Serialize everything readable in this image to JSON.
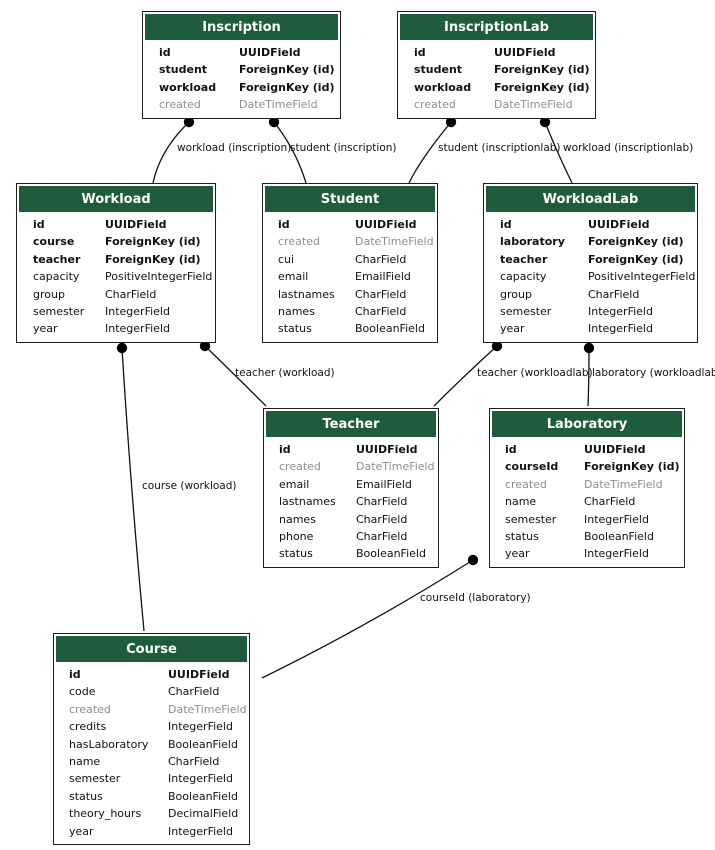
{
  "models": [
    {
      "id": "inscription",
      "title": "Inscription",
      "fields": [
        {
          "name": "id",
          "type": "UUIDField",
          "style": "key"
        },
        {
          "name": "student",
          "type": "ForeignKey (id)",
          "style": "key"
        },
        {
          "name": "workload",
          "type": "ForeignKey (id)",
          "style": "key"
        },
        {
          "name": "created",
          "type": "DateTimeField",
          "style": "muted"
        }
      ]
    },
    {
      "id": "inscriptionlab",
      "title": "InscriptionLab",
      "fields": [
        {
          "name": "id",
          "type": "UUIDField",
          "style": "key"
        },
        {
          "name": "student",
          "type": "ForeignKey (id)",
          "style": "key"
        },
        {
          "name": "workload",
          "type": "ForeignKey (id)",
          "style": "key"
        },
        {
          "name": "created",
          "type": "DateTimeField",
          "style": "muted"
        }
      ]
    },
    {
      "id": "workload",
      "title": "Workload",
      "fields": [
        {
          "name": "id",
          "type": "UUIDField",
          "style": "key"
        },
        {
          "name": "course",
          "type": "ForeignKey (id)",
          "style": "key"
        },
        {
          "name": "teacher",
          "type": "ForeignKey (id)",
          "style": "key"
        },
        {
          "name": "capacity",
          "type": "PositiveIntegerField",
          "style": ""
        },
        {
          "name": "group",
          "type": "CharField",
          "style": ""
        },
        {
          "name": "semester",
          "type": "IntegerField",
          "style": ""
        },
        {
          "name": "year",
          "type": "IntegerField",
          "style": ""
        }
      ]
    },
    {
      "id": "student",
      "title": "Student",
      "fields": [
        {
          "name": "id",
          "type": "UUIDField",
          "style": "key"
        },
        {
          "name": "created",
          "type": "DateTimeField",
          "style": "muted"
        },
        {
          "name": "cui",
          "type": "CharField",
          "style": ""
        },
        {
          "name": "email",
          "type": "EmailField",
          "style": ""
        },
        {
          "name": "lastnames",
          "type": "CharField",
          "style": ""
        },
        {
          "name": "names",
          "type": "CharField",
          "style": ""
        },
        {
          "name": "status",
          "type": "BooleanField",
          "style": ""
        }
      ]
    },
    {
      "id": "workloadlab",
      "title": "WorkloadLab",
      "fields": [
        {
          "name": "id",
          "type": "UUIDField",
          "style": "key"
        },
        {
          "name": "laboratory",
          "type": "ForeignKey (id)",
          "style": "key"
        },
        {
          "name": "teacher",
          "type": "ForeignKey (id)",
          "style": "key"
        },
        {
          "name": "capacity",
          "type": "PositiveIntegerField",
          "style": ""
        },
        {
          "name": "group",
          "type": "CharField",
          "style": ""
        },
        {
          "name": "semester",
          "type": "IntegerField",
          "style": ""
        },
        {
          "name": "year",
          "type": "IntegerField",
          "style": ""
        }
      ]
    },
    {
      "id": "teacher",
      "title": "Teacher",
      "fields": [
        {
          "name": "id",
          "type": "UUIDField",
          "style": "key"
        },
        {
          "name": "created",
          "type": "DateTimeField",
          "style": "muted"
        },
        {
          "name": "email",
          "type": "EmailField",
          "style": ""
        },
        {
          "name": "lastnames",
          "type": "CharField",
          "style": ""
        },
        {
          "name": "names",
          "type": "CharField",
          "style": ""
        },
        {
          "name": "phone",
          "type": "CharField",
          "style": ""
        },
        {
          "name": "status",
          "type": "BooleanField",
          "style": ""
        }
      ]
    },
    {
      "id": "laboratory",
      "title": "Laboratory",
      "fields": [
        {
          "name": "id",
          "type": "UUIDField",
          "style": "key"
        },
        {
          "name": "courseId",
          "type": "ForeignKey (id)",
          "style": "key"
        },
        {
          "name": "created",
          "type": "DateTimeField",
          "style": "muted"
        },
        {
          "name": "name",
          "type": "CharField",
          "style": ""
        },
        {
          "name": "semester",
          "type": "IntegerField",
          "style": ""
        },
        {
          "name": "status",
          "type": "BooleanField",
          "style": ""
        },
        {
          "name": "year",
          "type": "IntegerField",
          "style": ""
        }
      ]
    },
    {
      "id": "course",
      "title": "Course",
      "fields": [
        {
          "name": "id",
          "type": "UUIDField",
          "style": "key"
        },
        {
          "name": "code",
          "type": "CharField",
          "style": ""
        },
        {
          "name": "created",
          "type": "DateTimeField",
          "style": "muted"
        },
        {
          "name": "credits",
          "type": "IntegerField",
          "style": ""
        },
        {
          "name": "hasLaboratory",
          "type": "BooleanField",
          "style": ""
        },
        {
          "name": "name",
          "type": "CharField",
          "style": ""
        },
        {
          "name": "semester",
          "type": "IntegerField",
          "style": ""
        },
        {
          "name": "status",
          "type": "BooleanField",
          "style": ""
        },
        {
          "name": "theory_hours",
          "type": "DecimalField",
          "style": ""
        },
        {
          "name": "year",
          "type": "IntegerField",
          "style": ""
        }
      ]
    }
  ],
  "relations": [
    {
      "id": "inscription-workload",
      "label": "workload (inscription)"
    },
    {
      "id": "inscription-student",
      "label": "student (inscription)"
    },
    {
      "id": "inscriptionlab-student",
      "label": "student (inscriptionlab)"
    },
    {
      "id": "inscriptionlab-workload",
      "label": "workload (inscriptionlab)"
    },
    {
      "id": "workload-course",
      "label": "course (workload)"
    },
    {
      "id": "workload-teacher",
      "label": "teacher (workload)"
    },
    {
      "id": "workloadlab-teacher",
      "label": "teacher (workloadlab)"
    },
    {
      "id": "workloadlab-laboratory",
      "label": "laboratory (workloadlab)"
    },
    {
      "id": "laboratory-course",
      "label": "courseId (laboratory)"
    }
  ],
  "colors": {
    "header": "#1e5c3c",
    "border": "#1e1e1e",
    "muted": "#8e8e8e",
    "line": "#111111"
  }
}
